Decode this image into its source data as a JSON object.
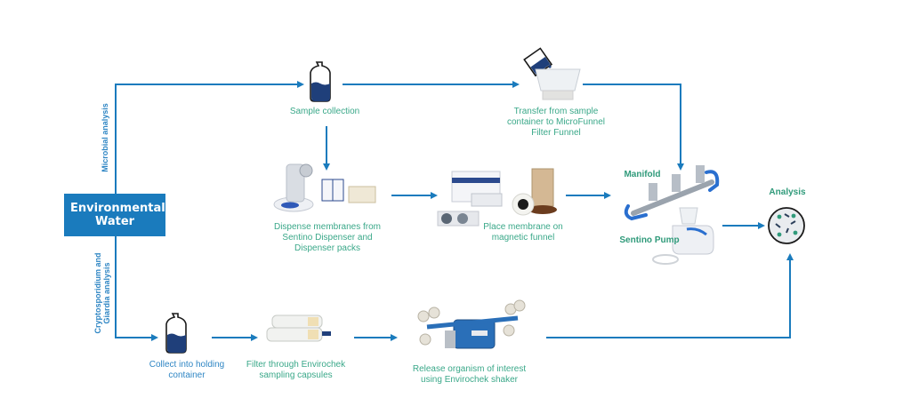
{
  "title": "Environmental water analysis workflow",
  "colors": {
    "arrow": "#1a7bbd",
    "box": "#1a7bbd",
    "label_green": "#3aa889",
    "label_blue": "#2f86c4",
    "bottle_fill": "#1f3f7a"
  },
  "source": {
    "label": "Environmental Water"
  },
  "branches": {
    "microbial": "Microbial analysis",
    "crypto": "Cryptosporidium and Giardia analysis"
  },
  "steps": {
    "sample_collection": "Sample collection",
    "transfer": "Transfer from sample container to MicroFunnel Filter Funnel",
    "dispense": "Dispense membranes from Sentino Dispenser and Dispenser packs",
    "place_membrane": "Place membrane on magnetic funnel",
    "manifold": "Manifold",
    "pump": "Sentino Pump",
    "analysis": "Analysis",
    "collect_holding": "Collect into holding container",
    "filter_envirochek": "Filter through Envirochek sampling capsules",
    "release": "Release organism of interest using Envirochek shaker"
  }
}
